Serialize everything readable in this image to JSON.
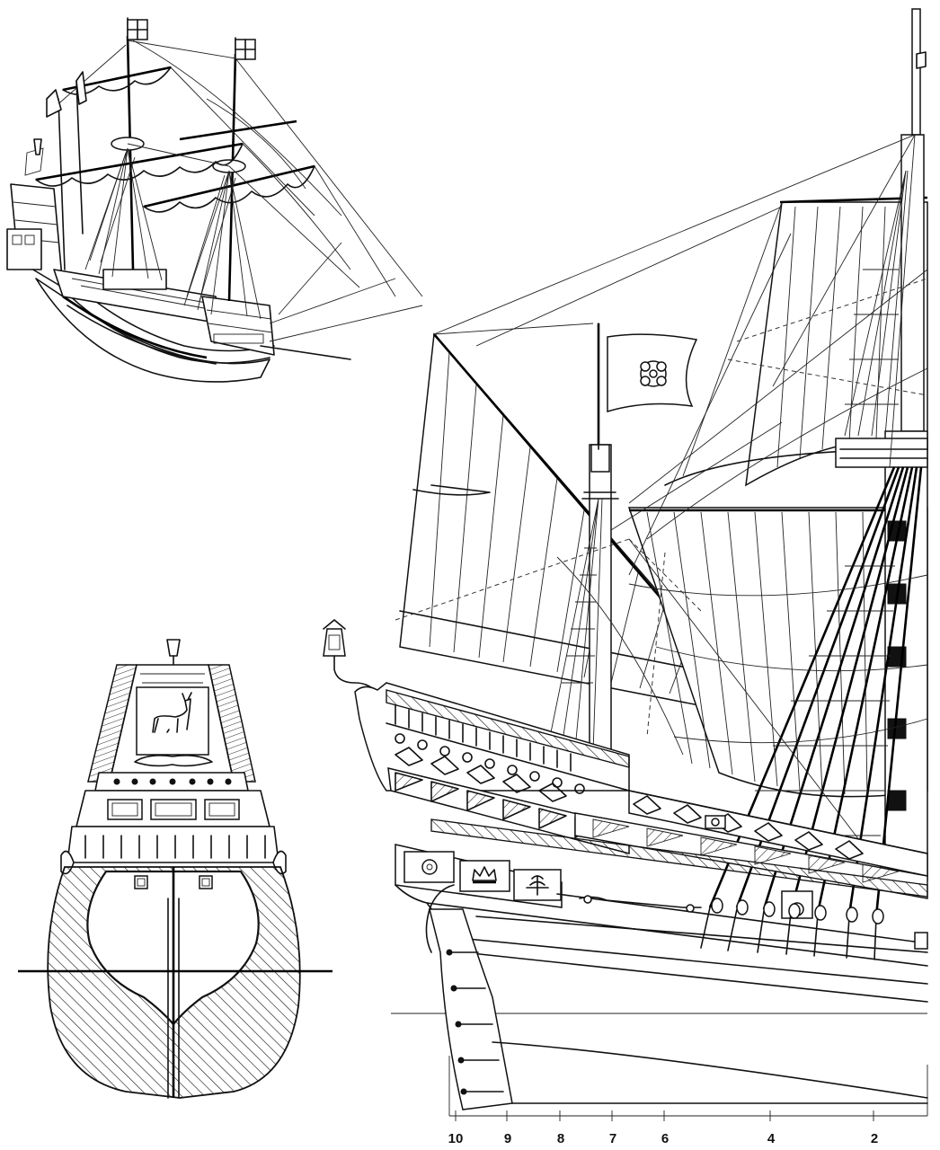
{
  "drawing": {
    "station_numbers": [
      "10",
      "9",
      "8",
      "7",
      "6",
      "4",
      "2"
    ],
    "flags": {
      "perspective_fore": "st-george-cross-flag",
      "perspective_main": "st-george-cross-flag",
      "profile_mizzen": "tudor-rose-flag"
    },
    "stern_carving": "stag-emblem",
    "side_panels": [
      "rose-emblem",
      "crown-emblem",
      "fleur-de-lis-emblem"
    ]
  }
}
